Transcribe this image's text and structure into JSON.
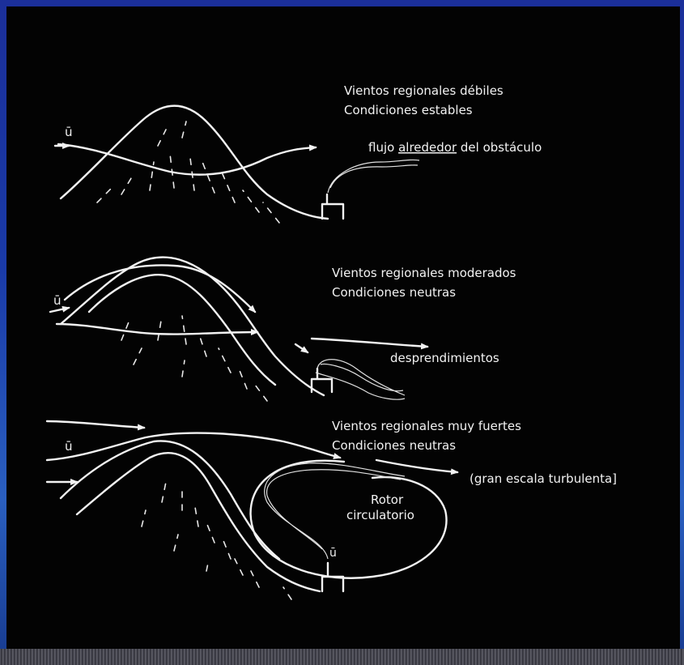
{
  "panels": [
    {
      "title_line1": "Vientos regionales débiles",
      "title_line2": "Condiciones estables",
      "flow_prefix": "flujo ",
      "flow_emph": "alrededor",
      "flow_suffix": " del obstáculo",
      "wind_symbol": "ū"
    },
    {
      "title_line1": "Vientos regionales moderados",
      "title_line2": "Condiciones neutras",
      "flow_label": "desprendimientos",
      "wind_symbol": "ū"
    },
    {
      "title_line1": "Vientos regionales muy fuertes",
      "title_line2": "Condiciones neutras",
      "flow_label": "(gran escala turbulenta]",
      "rotor_line1": "Rotor",
      "rotor_line2": "circulatorio",
      "wind_symbol": "ū",
      "stack_symbol": "ū"
    }
  ],
  "colors": {
    "background": "#030303",
    "ink": "#f2f2f2",
    "frame": "#1b2f9a"
  }
}
